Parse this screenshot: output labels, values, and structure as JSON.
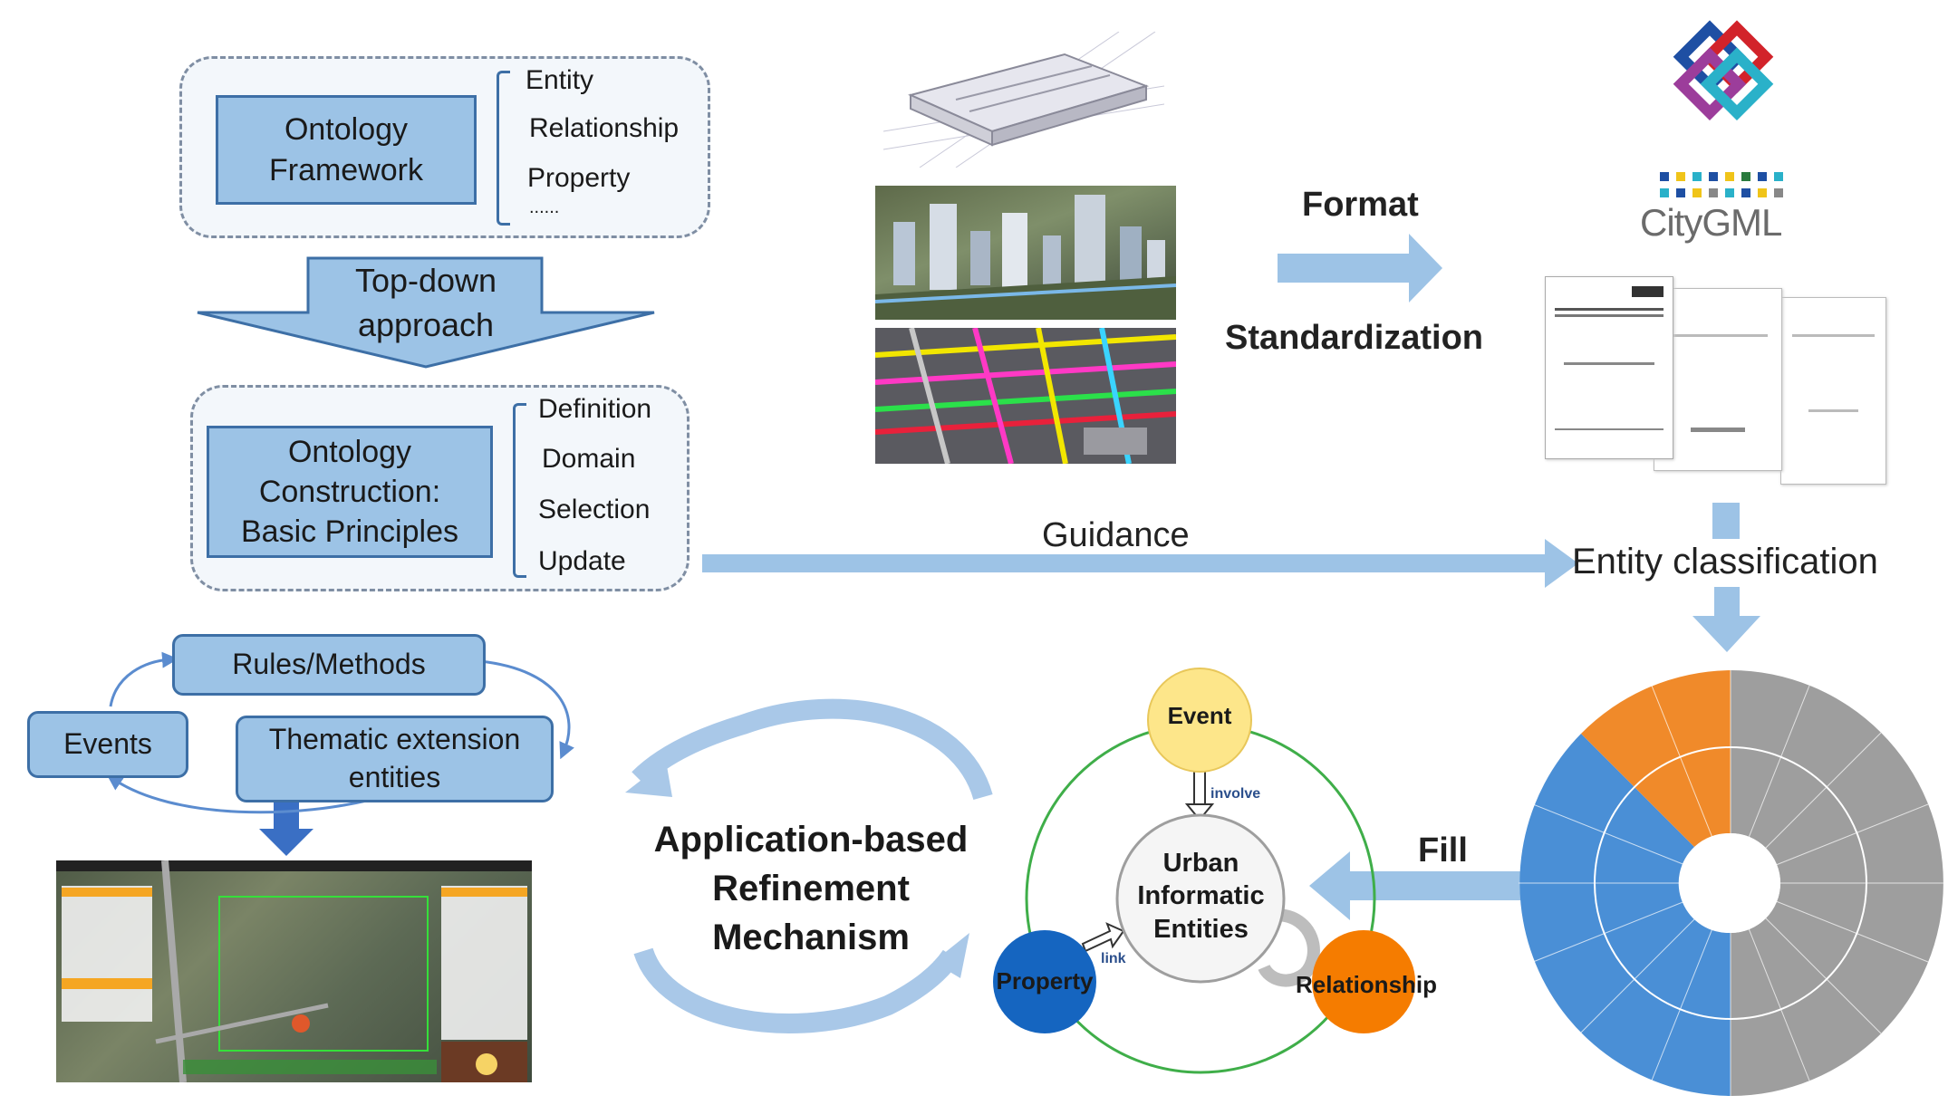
{
  "ontology_framework": {
    "title": "Ontology Framework",
    "items": [
      "Entity",
      "Relationship",
      "Property",
      "......"
    ]
  },
  "top_down": {
    "label": "Top-down approach"
  },
  "construction": {
    "title": "Ontology Construction: Basic Principles",
    "items": [
      "Definition",
      "Domain",
      "Selection",
      "Update"
    ]
  },
  "format_arrow": {
    "top": "Format",
    "bottom": "Standardization"
  },
  "citygml": {
    "logo_text": "CityGML"
  },
  "guidance": {
    "label": "Guidance"
  },
  "entity_classification": {
    "label": "Entity classification"
  },
  "rules": {
    "rules_methods": "Rules/Methods",
    "events": "Events",
    "thematic": "Thematic extension entities"
  },
  "refinement": {
    "label": "Application-based Refinement Mechanism"
  },
  "urban": {
    "center": "Urban Informatic Entities",
    "event": "Event",
    "property": "Property",
    "relationship": "Relationship",
    "involve": "involve",
    "link": "link"
  },
  "fill": {
    "label": "Fill"
  },
  "colors": {
    "box_fill": "#9cc3e6",
    "arrow": "#9dc3e6",
    "event": "#fde68a",
    "property": "#1565c0",
    "relationship": "#f57c00",
    "sunburst_blue": "#4a8fd6",
    "sunburst_orange": "#f08a2a",
    "sunburst_gray": "#9e9e9e"
  }
}
